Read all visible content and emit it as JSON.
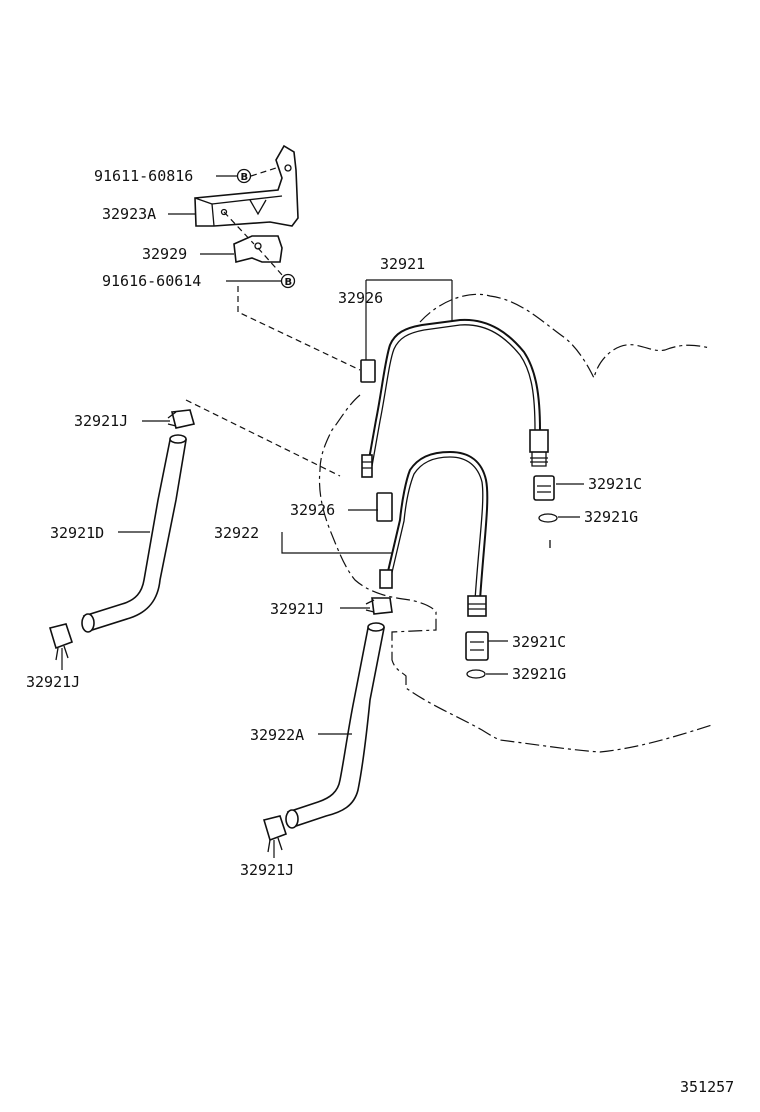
{
  "labels": {
    "p91611": "91611-60816",
    "p32923A": "32923A",
    "p32929": "32929",
    "p91616": "91616-60614",
    "p32921": "32921",
    "p32926_top": "32926",
    "p32921J_1": "32921J",
    "p32921D": "32921D",
    "p32921J_2": "32921J",
    "p32926_mid": "32926",
    "p32922": "32922",
    "p32921C_1": "32921C",
    "p32921G_1": "32921G",
    "p32921J_3": "32921J",
    "p32921C_2": "32921C",
    "p32921G_2": "32921G",
    "p32922A": "32922A",
    "p32921J_4": "32921J",
    "bolt_1": "B",
    "bolt_2": "B"
  },
  "footer": {
    "diagram_number": "351257"
  }
}
